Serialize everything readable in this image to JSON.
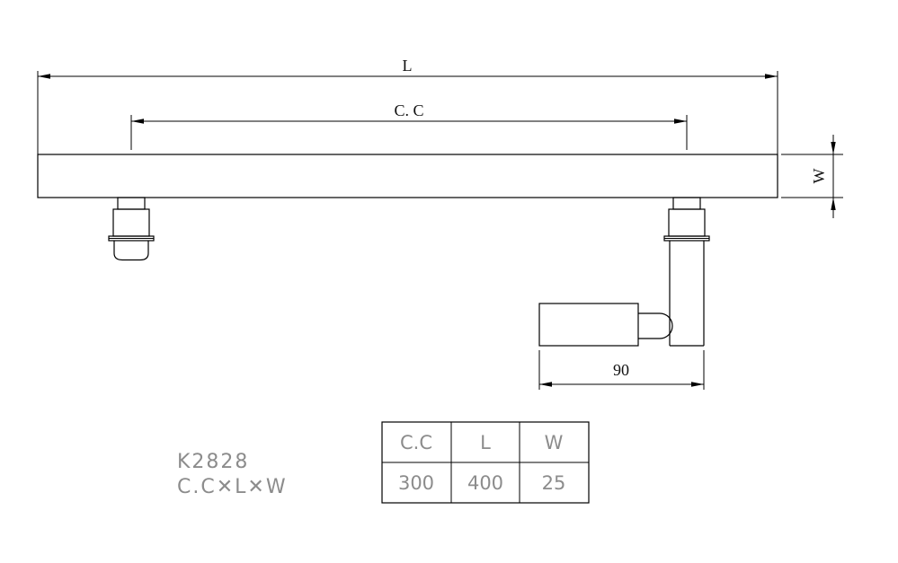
{
  "drawing": {
    "dim_length_label": "L",
    "dim_center_label": "C. C",
    "dim_width_label": "W",
    "dim_offset_label": "90"
  },
  "part": {
    "number": "K2828",
    "formula": "C.C✕L✕W"
  },
  "spec_table": {
    "headers": [
      "C.C",
      "L",
      "W"
    ],
    "values": [
      "300",
      "400",
      "25"
    ]
  },
  "colors": {
    "line": "#000000",
    "muted_text": "#8c8c8c",
    "background": "#ffffff"
  }
}
